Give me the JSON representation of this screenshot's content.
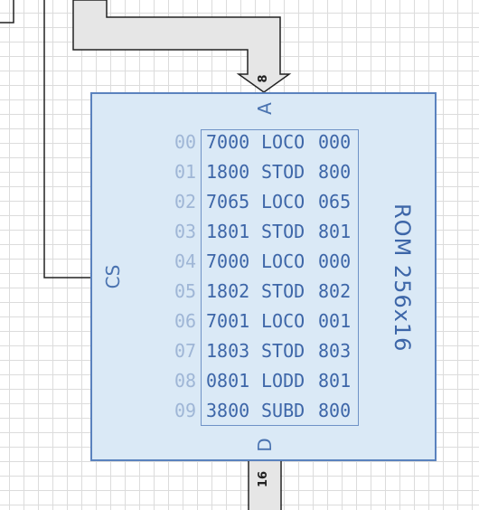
{
  "component": {
    "title": "ROM 256x16",
    "pins": {
      "address": "A",
      "data": "D",
      "chip_select": "CS"
    },
    "address_bus_width": "8",
    "data_bus_width": "16"
  },
  "rows": [
    {
      "addr": "00",
      "word": "7000",
      "mnemonic": "LOCO",
      "arg": "000"
    },
    {
      "addr": "01",
      "word": "1800",
      "mnemonic": "STOD",
      "arg": "800"
    },
    {
      "addr": "02",
      "word": "7065",
      "mnemonic": "LOCO",
      "arg": "065"
    },
    {
      "addr": "03",
      "word": "1801",
      "mnemonic": "STOD",
      "arg": "801"
    },
    {
      "addr": "04",
      "word": "7000",
      "mnemonic": "LOCO",
      "arg": "000"
    },
    {
      "addr": "05",
      "word": "1802",
      "mnemonic": "STOD",
      "arg": "802"
    },
    {
      "addr": "06",
      "word": "7001",
      "mnemonic": "LOCO",
      "arg": "001"
    },
    {
      "addr": "07",
      "word": "1803",
      "mnemonic": "STOD",
      "arg": "803"
    },
    {
      "addr": "08",
      "word": "0801",
      "mnemonic": "LODD",
      "arg": "801"
    },
    {
      "addr": "09",
      "word": "3800",
      "mnemonic": "SUBD",
      "arg": "800"
    }
  ],
  "colors": {
    "component_fill": "#dae9f6",
    "component_border": "#5a82be",
    "text": "#3d66a8",
    "address_text": "#9fb6d6",
    "bus_fill": "#e6e6e6",
    "wire": "#000000"
  }
}
